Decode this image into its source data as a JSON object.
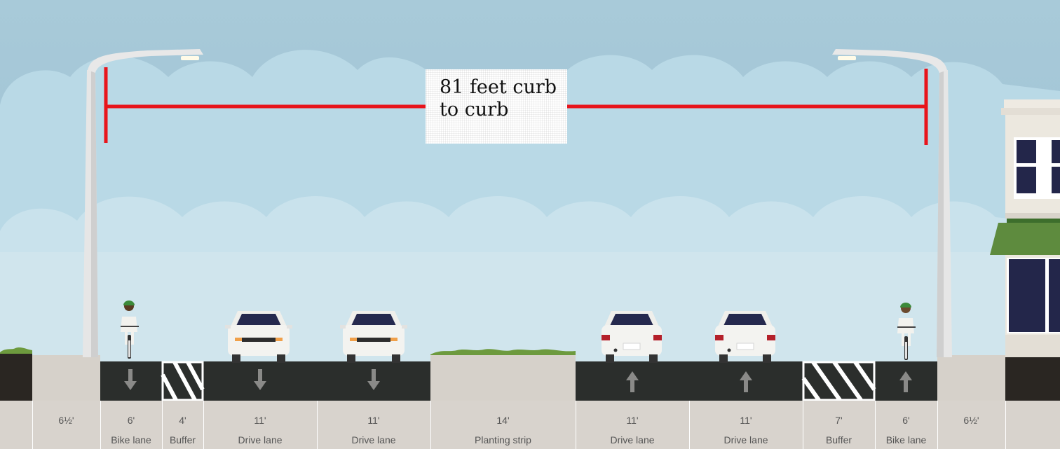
{
  "annotation": {
    "line1": "81 feet curb",
    "line2": "to curb",
    "color": "#e8141b"
  },
  "segments": [
    {
      "width": "",
      "name": ""
    },
    {
      "width": "6½'",
      "name": ""
    },
    {
      "width": "6'",
      "name": "Bike lane"
    },
    {
      "width": "4'",
      "name": "Buffer"
    },
    {
      "width": "11'",
      "name": "Drive lane"
    },
    {
      "width": "11'",
      "name": "Drive lane"
    },
    {
      "width": "14'",
      "name": "Planting strip"
    },
    {
      "width": "11'",
      "name": "Drive lane"
    },
    {
      "width": "11'",
      "name": "Drive lane"
    },
    {
      "width": "7'",
      "name": "Buffer"
    },
    {
      "width": "6'",
      "name": "Bike lane"
    },
    {
      "width": "6½'",
      "name": ""
    },
    {
      "width": "",
      "name": ""
    }
  ],
  "colors": {
    "sky_top": "#a6c9da",
    "sky_bottom": "#8fb3c8",
    "asphalt": "#2b2e2c",
    "sidewalk": "#d6d1ca",
    "label_bar": "#d8d3cd",
    "grass": "#6d9a3e",
    "awning": "#5e8b3e"
  }
}
